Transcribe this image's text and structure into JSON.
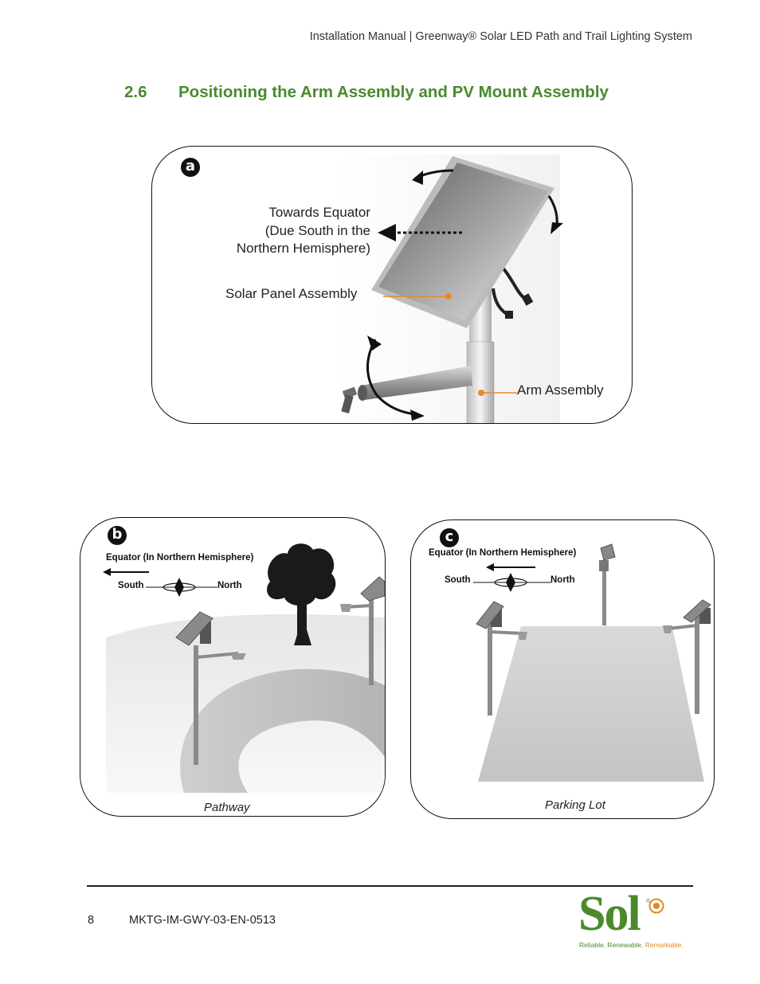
{
  "header": {
    "text": "Installation Manual  |  Greenway® Solar LED Path and Trail Lighting System"
  },
  "section": {
    "number": "2.6",
    "title": "Positioning the Arm Assembly and PV Mount Assembly"
  },
  "figure_a": {
    "badge": "a",
    "equator_label_1": "Towards Equator",
    "equator_label_2": "(Due South in the",
    "equator_label_3": "Northern Hemisphere)",
    "solar_panel_label": "Solar Panel Assembly",
    "arm_label": "Arm Assembly",
    "accent_color": "#e8892a"
  },
  "figure_b": {
    "badge": "b",
    "equator_text": "Equator (In Northern Hemisphere)",
    "south": "South",
    "north": "North",
    "caption": "Pathway"
  },
  "figure_c": {
    "badge": "c",
    "equator_text": "Equator (In Northern Hemisphere)",
    "south": "South",
    "north": "North",
    "caption": "Parking Lot"
  },
  "footer": {
    "page_number": "8",
    "doc_code": "MKTG-IM-GWY-03-EN-0513",
    "logo_word": "Sol",
    "logo_reg": "®",
    "tagline_1": "Reliable. Renewable. ",
    "tagline_2": "Remarkable.",
    "brand_green": "#4a8a2c",
    "brand_orange": "#e08a1e"
  }
}
